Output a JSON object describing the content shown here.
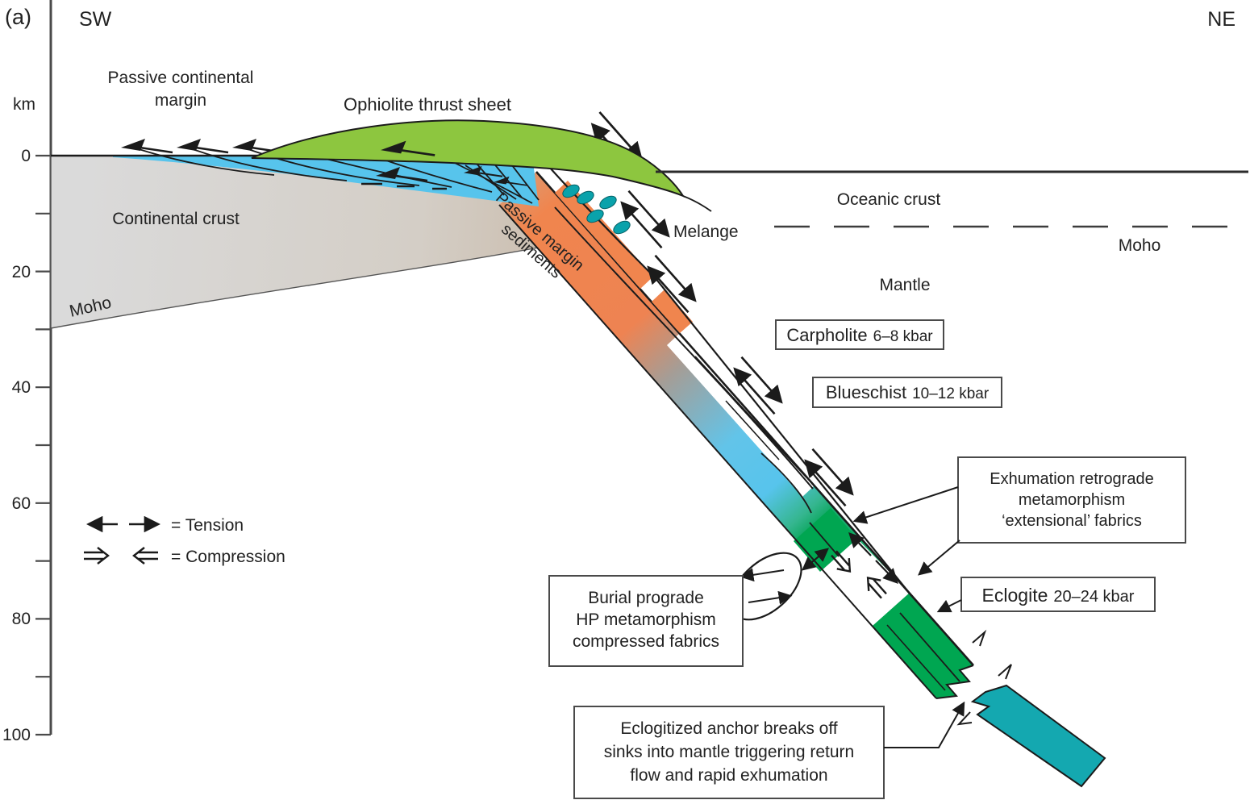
{
  "title": {
    "panel": "(a)",
    "sw": "SW",
    "ne": "NE"
  },
  "axis": {
    "unit": "km",
    "tick_labels": [
      "0",
      "20",
      "40",
      "60",
      "80",
      "100"
    ]
  },
  "regions": {
    "passive_margin_line1": "Passive continental",
    "passive_margin_line2": "margin",
    "ophiolite": "Ophiolite thrust sheet",
    "continental_crust": "Continental crust",
    "moho_left": "Moho",
    "sediments_line1": "Passive margin",
    "sediments_line2": "sediments",
    "melange": "Melange",
    "oceanic_crust": "Oceanic crust",
    "moho_right": "Moho",
    "mantle": "Mantle"
  },
  "legend": {
    "tension": "=  Tension",
    "compression": "=  Compression"
  },
  "callouts": {
    "carpholite_name": "Carpholite",
    "carpholite_value": "6–8 kbar",
    "blueschist_name": "Blueschist",
    "blueschist_value": "10–12 kbar",
    "eclogite_name": "Eclogite",
    "eclogite_value": "20–24 kbar",
    "exhumation_lines": [
      "Exhumation retrograde",
      "metamorphism",
      "‘extensional’ fabrics"
    ],
    "burial_lines": [
      "Burial prograde",
      "HP metamorphism",
      "compressed fabrics"
    ],
    "anchor_lines": [
      "Eclogitized anchor breaks off",
      "sinks into mantle triggering return",
      "flow and rapid exhumation"
    ]
  },
  "colors": {
    "ophiolite_green": "#8dc63f",
    "basin_blue": "#57c4ec",
    "sediment_orange": "#f0854e",
    "slab_green": "#00a651",
    "anchor_teal": "#14a8b0",
    "melange_teal": "#0aa2ab",
    "crust_gray": "#d8d8d8",
    "crust_tan": "#c2ad97",
    "line_black": "#1b1b1b"
  }
}
